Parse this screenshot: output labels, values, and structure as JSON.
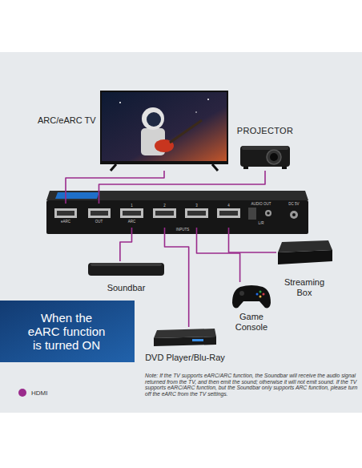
{
  "diagram": {
    "nodes": [
      {
        "text": [
          "ARC/eARC TV"
        ]
      },
      {
        "text": [
          "PROJECTOR"
        ]
      },
      {
        "text": [
          "INPUTS"
        ]
      },
      {
        "text": [
          "eARC"
        ],
        "in": 2
      },
      {
        "text": [
          "OUT"
        ],
        "in": 2
      },
      {
        "text": [
          "1",
          "ARC"
        ],
        "in": 2
      },
      {
        "text": [
          "2"
        ],
        "in": 2
      },
      {
        "text": [
          "3"
        ],
        "in": 2
      },
      {
        "text": [
          "4"
        ],
        "in": 2
      },
      {
        "text": [
          "AUDIO OUT",
          "L/R"
        ],
        "in": 2
      },
      {
        "text": [
          "DC 5V"
        ],
        "in": 2
      },
      {
        "text": [
          "Soundbar"
        ]
      },
      {
        "text": [
          "Streaming Box"
        ]
      },
      {
        "text": [
          "Game Console"
        ]
      },
      {
        "text": [
          "When the eARC function is turned ON"
        ]
      },
      {
        "text": [
          "DVD Player/Blu-Ray"
        ]
      }
    ],
    "edges": [
      {
        "from": 0,
        "to": 3,
        "arrow": "none"
      },
      {
        "from": 1,
        "to": 4,
        "arrow": "none"
      },
      {
        "from": 5,
        "to": 11,
        "arrow": "none"
      },
      {
        "from": 6,
        "to": 15,
        "arrow": "none"
      },
      {
        "from": 7,
        "to": 13,
        "arrow": "none"
      },
      {
        "from": 8,
        "to": 12,
        "arrow": "none"
      }
    ],
    "labels": [
      "Note: If the TV supports eARC/ARC function, the Soundbar will receive the audio signal returned from the TV, and then emit the sound; otherwise it will not emit sound. If the TV supports eARC/ARC function, but the Soundbar only supports ARC function, please turn off the eARC from the TV settings."
    ],
    "legend": [
      {
        "text": "HDMI",
        "color": "#9a2b8c"
      }
    ]
  }
}
